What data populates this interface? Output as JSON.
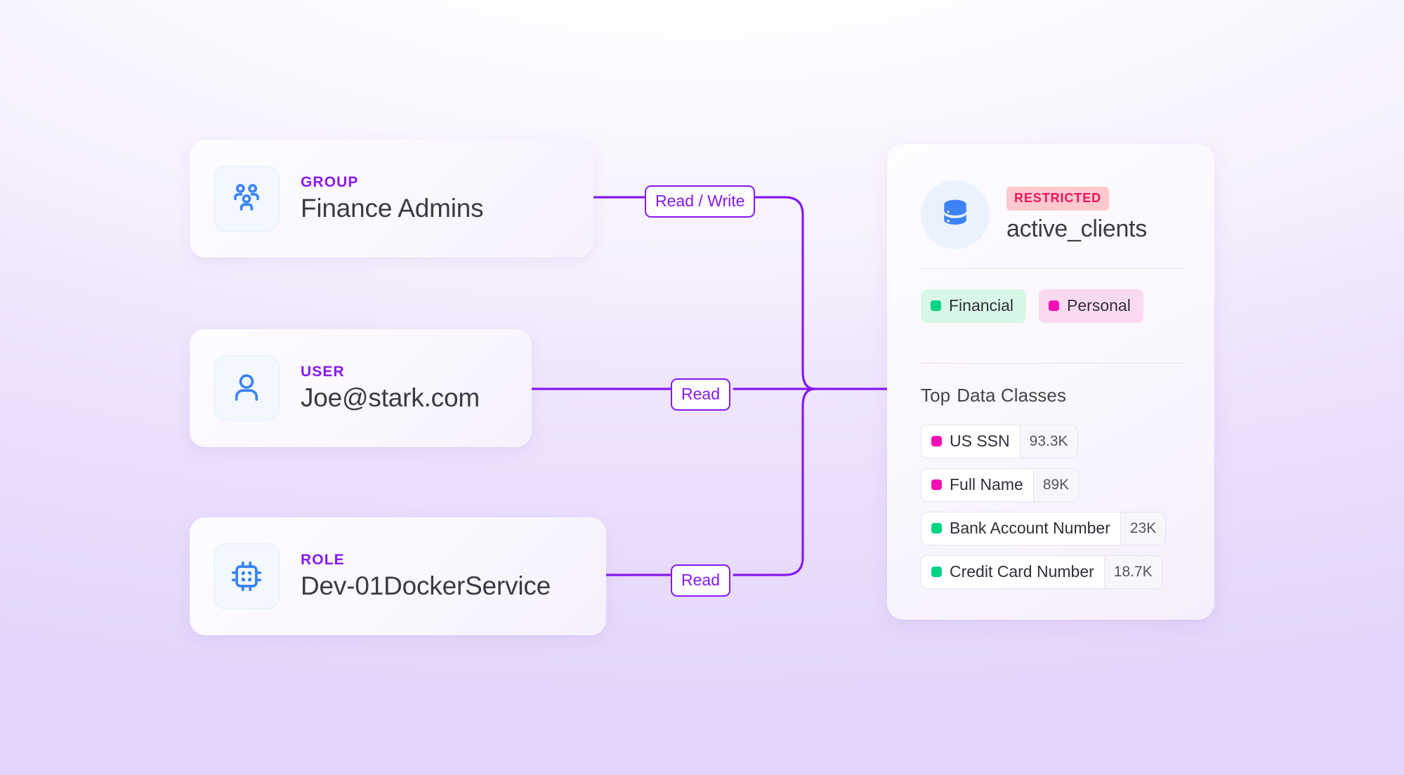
{
  "theme": {
    "accent_purple": "#8719F5",
    "icon_blue": "#3B82F6",
    "green": "#00D586",
    "magenta": "#F50FB5",
    "badge_pink_bg": "#FFC9CE",
    "badge_pink_text": "#F3135F"
  },
  "entities": [
    {
      "kind": "GROUP",
      "name": "Finance Admins",
      "icon": "group-icon",
      "permission": "Read / Write"
    },
    {
      "kind": "USER",
      "name": "Joe@stark.com",
      "icon": "user-icon",
      "permission": "Read"
    },
    {
      "kind": "ROLE",
      "name": "Dev-01DockerService",
      "icon": "chip-icon",
      "permission": "Read"
    }
  ],
  "dataset": {
    "icon": "database-icon",
    "badge": "RESTRICTED",
    "title": "active_clients",
    "tags": [
      {
        "label": "Financial",
        "color": "#00D586"
      },
      {
        "label": "Personal",
        "color": "#F50FB5"
      }
    ],
    "section_title_a": "Top",
    "section_title_b": "Data Classes",
    "data_classes": [
      {
        "label": "US SSN",
        "count": "93.3K",
        "color": "#F50FB5"
      },
      {
        "label": "Full Name",
        "count": "89K",
        "color": "#F50FB5"
      },
      {
        "label": "Bank Account Number",
        "count": "23K",
        "color": "#00D586"
      },
      {
        "label": "Credit Card Number",
        "count": "18.7K",
        "color": "#00D586"
      }
    ]
  }
}
